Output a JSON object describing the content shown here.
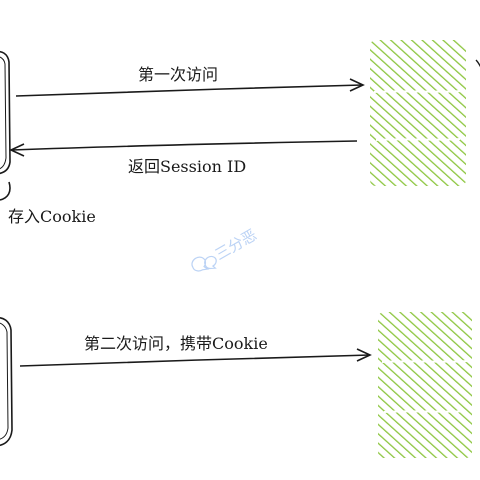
{
  "arrows": {
    "first_visit": "第一次访问",
    "return_session": "返回Session ID",
    "store_cookie": "存入Cookie",
    "second_visit": "第二次访问，携带Cookie"
  },
  "watermark": {
    "text": "三分恶"
  },
  "colors": {
    "server_fill": "#8dc63f",
    "line": "#1a1a1a",
    "watermark": "#bcd3f5"
  }
}
